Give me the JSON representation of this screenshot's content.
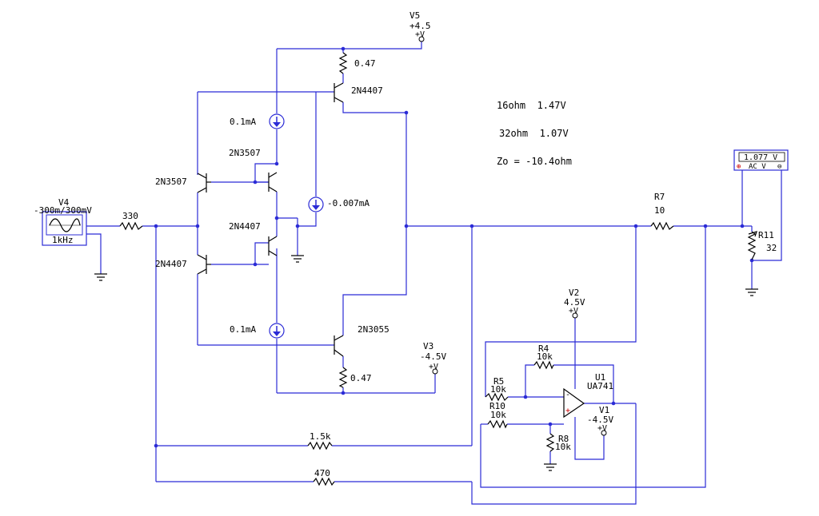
{
  "supplies": {
    "v5": {
      "name": "V5",
      "value": "+4.5",
      "unit": "+V"
    },
    "v3": {
      "name": "V3",
      "value": "-4.5V",
      "unit": "+V"
    },
    "v2": {
      "name": "V2",
      "value": "4.5V",
      "unit": "+V"
    },
    "v1": {
      "name": "V1",
      "value": "-4.5V",
      "unit": "+V"
    }
  },
  "source": {
    "name": "V4",
    "amplitude": "-300m/300mV",
    "freq": "1kHz"
  },
  "resistors": {
    "r_top": "0.47",
    "r_bot": "0.47",
    "r_in": "330",
    "r7_name": "R7",
    "r7_value": "10",
    "r11_name": "R11",
    "r11_value": "32",
    "r4_name": "R4",
    "r4_value": "10k",
    "r5_name": "R5",
    "r5_value": "10k",
    "r10_name": "R10",
    "r10_value": "10k",
    "r8_name": "R8",
    "r8_value": "10k",
    "fb1": "1.5k",
    "fb2": "470"
  },
  "transistors": {
    "q_top": "2N4407",
    "q_bot": "2N3055",
    "q_left_top": "2N3507",
    "q_left_bot": "2N4407",
    "q_mid_top": "2N3507",
    "q_mid_bot": "2N4407"
  },
  "sources": {
    "i_top": "0.1mA",
    "i_bot": "0.1mA",
    "i_mid": "-0.007mA"
  },
  "opamp": {
    "name": "U1",
    "model": "UA741",
    "plus": "+",
    "minus": "-"
  },
  "meter": {
    "reading": "1.077 V",
    "mode": "AC V",
    "plus": "⊕",
    "minus": "⊖"
  },
  "notes": {
    "line1": "16ohm  1.47V",
    "line2": "32ohm  1.07V",
    "line3": "Zo = -10.4ohm"
  }
}
